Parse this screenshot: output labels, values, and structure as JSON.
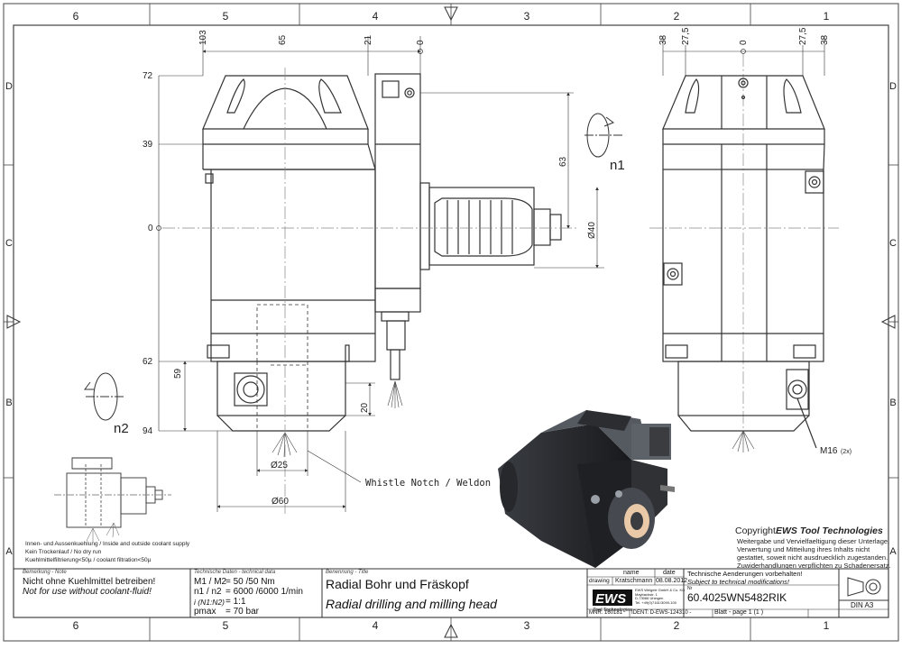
{
  "zones": {
    "columns": [
      "6",
      "5",
      "4",
      "3",
      "2",
      "1"
    ],
    "rows": [
      "D",
      "C",
      "B",
      "A"
    ]
  },
  "dimensions": {
    "top_left": [
      "103",
      "65",
      "21",
      "0"
    ],
    "top_right": [
      "38",
      "27,5",
      "0",
      "27,5",
      "38"
    ],
    "left_vertical": [
      "72",
      "39",
      "0",
      "62",
      "94"
    ],
    "height_59": "59",
    "height_63": "63",
    "height_20": "20",
    "dia_40": "Ø40",
    "dia_25": "Ø25",
    "dia_60": "Ø60",
    "thread": "M16",
    "thread_count": "(2x)"
  },
  "rotation_labels": {
    "n1": "n1",
    "n2": "n2"
  },
  "callouts": {
    "whistle_notch": "Whistle Notch / Weldon"
  },
  "coolant_notes": [
    "Innen- und Aussenkuehlung / Inside and outside coolant supply",
    "Kein Trockenlauf / No dry run",
    "Kuehlmittelfiltrierung<50µ / coolant filtration<50µ"
  ],
  "copyright": {
    "prefix": "Copyright",
    "brand": "EWS Tool Technologies",
    "lines": [
      "Weitergabe und Vervielfaeltigung dieser Unterlage,",
      "Verwertung und Mitteilung ihres Inhalts nicht",
      "gestattet, soweit nicht ausdruecklich zugestanden.",
      "Zuwiderhandlungen verpflichten zu Schadenersatz."
    ]
  },
  "title_block": {
    "note_label": "Bemerkung - Note",
    "note_de": "Nicht ohne Kuehlmittel betreiben!",
    "note_en": "Not for use without coolant-fluid!",
    "techdata_label": "Technische Daten - technical data",
    "torque_label": "M1 / M2",
    "torque_value": "= 50  /50  Nm",
    "speed_label": "n1 / n2",
    "speed_value": "= 6000 /6000  1/min",
    "ratio_label": "i  (N1:N2)",
    "ratio_value": "= 1:1",
    "pmax_label": "pmax",
    "pmax_value": "= 70  bar",
    "title_label": "Benennung - Title",
    "title_de": "Radial Bohr und Fräskopf",
    "title_en": "Radial drilling and milling head",
    "name_header": "name",
    "date_header": "date",
    "drawing_label": "drawing",
    "drawer_name": "Kratschmann",
    "drawer_date": "08.08.2012",
    "company_logo": "EWS",
    "company_sub": "Tool Technologies",
    "company_addr": [
      "EWS Weigele GmbH & Co. KG",
      "Maybachstr. 1",
      "D-73066 Uhingen",
      "Tel. +49(0)7161/3090-100"
    ],
    "change_de": "Technische Aenderungen vorbehalten!",
    "change_en": "Subject to technical modifications!",
    "nr_label": "Nr",
    "part_number": "60.4025WN5482RIK",
    "mnr": "MNR: 160181",
    "ident": "IDENT: D-EWS-124310 -",
    "sheet": "Blatt - page  1 (1 )",
    "format": "DIN A3"
  },
  "colors": {
    "line": "#333333",
    "frame": "#444444",
    "center": "#888888"
  }
}
